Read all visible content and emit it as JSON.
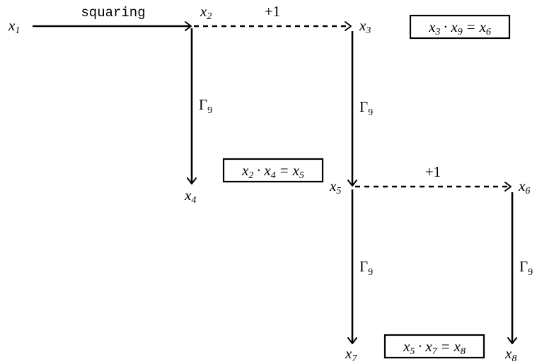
{
  "nodes": {
    "x1": {
      "base": "x",
      "sub": "1"
    },
    "x2": {
      "base": "x",
      "sub": "2"
    },
    "x3": {
      "base": "x",
      "sub": "3"
    },
    "x4": {
      "base": "x",
      "sub": "4"
    },
    "x5": {
      "base": "x",
      "sub": "5"
    },
    "x6": {
      "base": "x",
      "sub": "6"
    },
    "x7": {
      "base": "x",
      "sub": "7"
    },
    "x8": {
      "base": "x",
      "sub": "8"
    }
  },
  "edge_labels": {
    "squaring": "squaring",
    "plus_one_top": "+1",
    "plus_one_mid": "+1",
    "gamma_base": "Γ",
    "gamma_sub": "9"
  },
  "relations": {
    "r1": {
      "a": "x",
      "a_sub": "3",
      "op": "·",
      "b": "x",
      "b_sub": "9",
      "eq": "=",
      "c": "x",
      "c_sub": "6"
    },
    "r2": {
      "a": "x",
      "a_sub": "2",
      "op": "·",
      "b": "x",
      "b_sub": "4",
      "eq": "=",
      "c": "x",
      "c_sub": "5"
    },
    "r3": {
      "a": "x",
      "a_sub": "5",
      "op": "·",
      "b": "x",
      "b_sub": "7",
      "eq": "=",
      "c": "x",
      "c_sub": "8"
    }
  }
}
